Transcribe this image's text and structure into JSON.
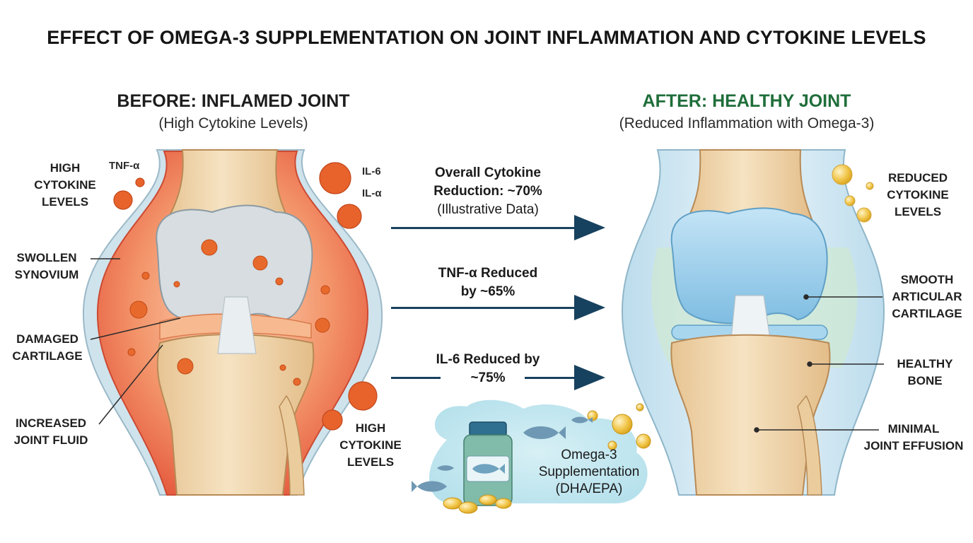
{
  "title": "EFFECT OF OMEGA-3 SUPPLEMENTATION ON JOINT INFLAMMATION AND CYTOKINE LEVELS",
  "before": {
    "heading": "BEFORE: INFLAMED JOINT",
    "subheading": "(High Cytokine Levels)",
    "labels": {
      "high_cytokine_top_1": "HIGH",
      "high_cytokine_top_2": "CYTOKINE",
      "high_cytokine_top_3": "LEVELS",
      "tnf": "TNF-α",
      "il6": "IL-6",
      "ila": "IL-α",
      "swollen_1": "SWOLLEN",
      "swollen_2": "SYNOVIUM",
      "damaged_1": "DAMAGED",
      "damaged_2": "CARTILAGE",
      "fluid_1": "INCREASED",
      "fluid_2": "JOINT FLUID",
      "high_cytokine_bottom_1": "HIGH",
      "high_cytokine_bottom_2": "CYTOKINE",
      "high_cytokine_bottom_3": "LEVELS"
    }
  },
  "after": {
    "heading": "AFTER: HEALTHY JOINT",
    "subheading": "(Reduced Inflammation with Omega-3)",
    "labels": {
      "reduced_1": "REDUCED",
      "reduced_2": "CYTOKINE",
      "reduced_3": "LEVELS",
      "smooth_1": "SMOOTH",
      "smooth_2": "ARTICULAR",
      "smooth_3": "CARTILAGE",
      "bone_1": "HEALTHY",
      "bone_2": "BONE",
      "effusion_1": "MINIMAL",
      "effusion_2": "JOINT EFFUSION"
    }
  },
  "stats": {
    "overall_1": "Overall Cytokine",
    "overall_2": "Reduction: ~70%",
    "overall_3": "(Illustrative Data)",
    "tnf_1": "TNF-α Reduced",
    "tnf_2": "by ~65%",
    "il6_1": "IL-6 Reduced by",
    "il6_2": "~75%"
  },
  "supplement": {
    "line1": "Omega-3",
    "line2": "Supplementation",
    "line3": "(DHA/EPA)"
  },
  "colors": {
    "after_heading": "#1f6e3a",
    "arrow": "#17425f",
    "inflamed": "#e8553c",
    "cytokine": "#e0612a",
    "cartilage_healthy": "#9fd0ec",
    "bone": "#f1d9ae",
    "omega_capsule": "#f3c33a"
  }
}
